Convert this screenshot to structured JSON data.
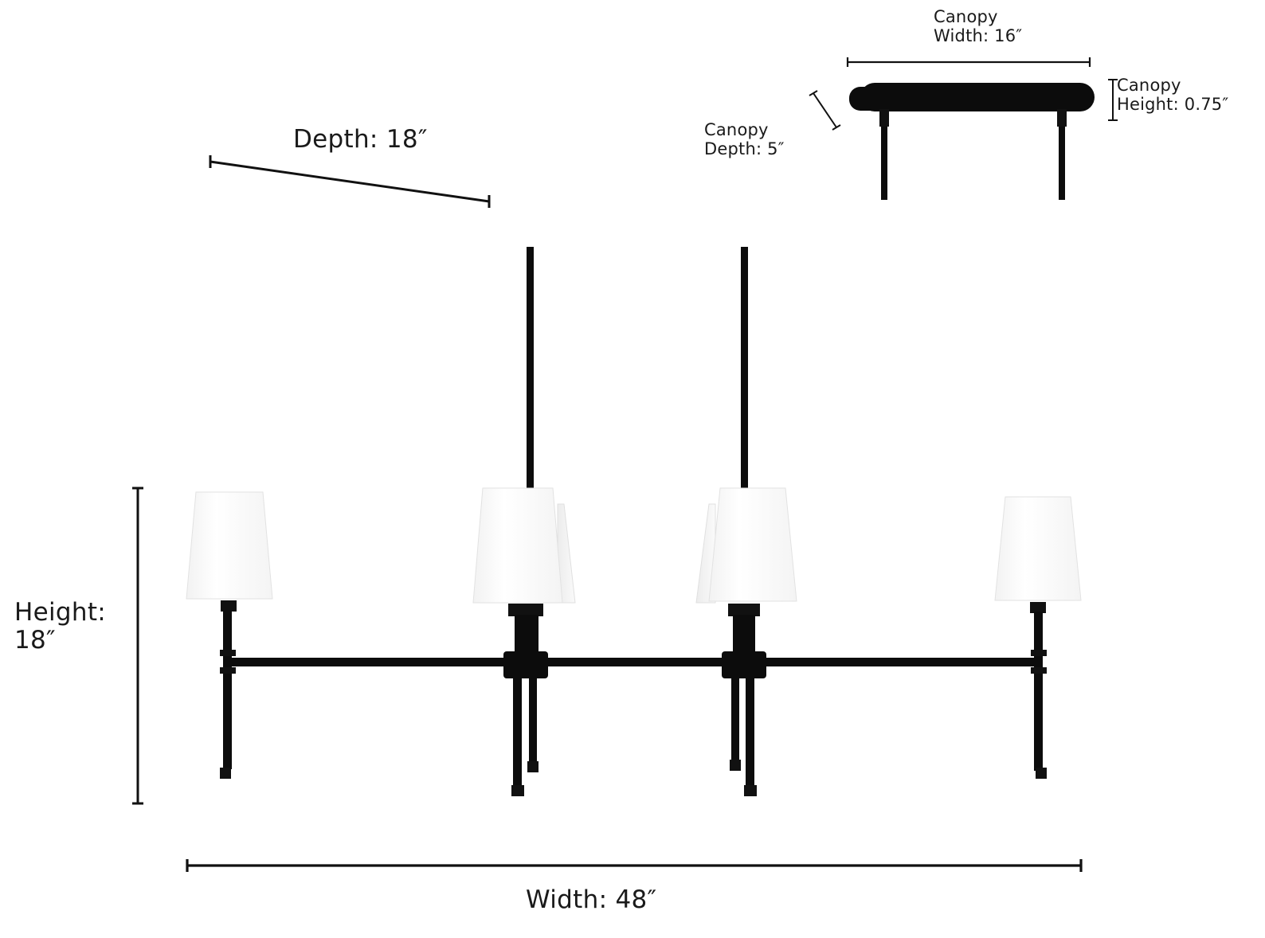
{
  "diagram": {
    "subject": "Six-light linear chandelier with white tapered shades, black metal frame",
    "colors": {
      "metal": "#0c0c0c",
      "shade": "#fbfbfb",
      "shade_shadow": "#e9e9e9",
      "dimension_line": "#111111",
      "background": "#ffffff"
    },
    "dimensions": {
      "canopy_width": {
        "label_line1": "Canopy",
        "label_line2": "Width: 16″",
        "value": 16,
        "unit": "in"
      },
      "canopy_height": {
        "label_line1": "Canopy",
        "label_line2": "Height: 0.75″",
        "value": 0.75,
        "unit": "in"
      },
      "canopy_depth": {
        "label_line1": "Canopy",
        "label_line2": "Depth: 5″",
        "value": 5,
        "unit": "in"
      },
      "depth": {
        "label": "Depth: 18″",
        "value": 18,
        "unit": "in"
      },
      "height": {
        "label_line1": "Height:",
        "label_line2": "18″",
        "value": 18,
        "unit": "in"
      },
      "width": {
        "label": "Width: 48″",
        "value": 48,
        "unit": "in"
      }
    },
    "fixture": {
      "light_count": 6,
      "downrod_count": 2
    }
  }
}
